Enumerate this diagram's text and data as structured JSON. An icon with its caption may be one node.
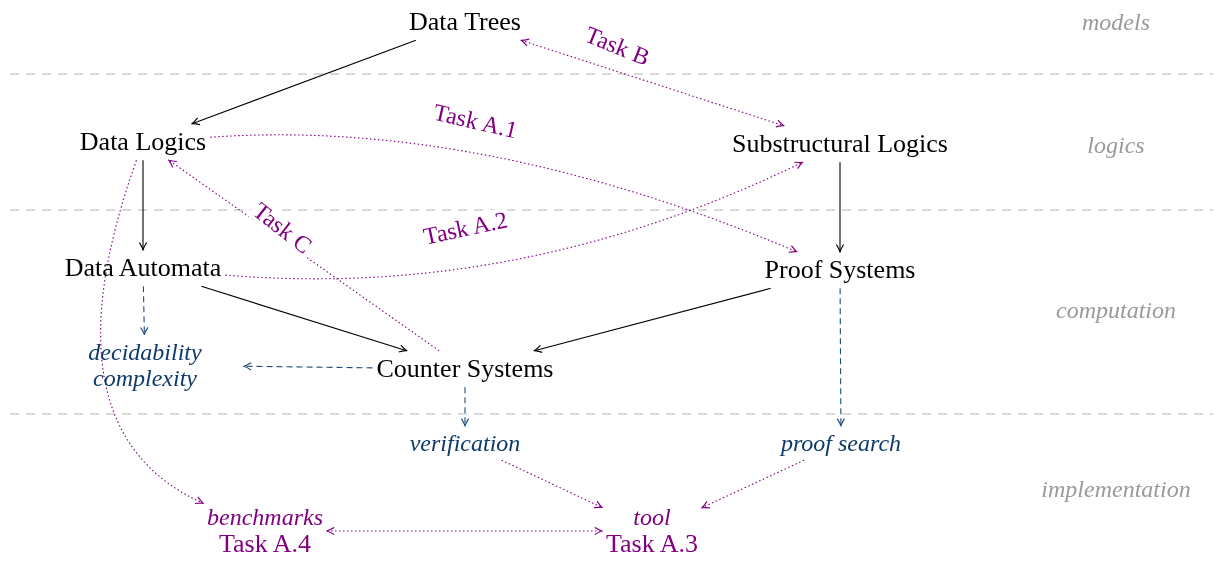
{
  "diagram": {
    "nodes": [
      {
        "text": [
          "Data Trees"
        ]
      },
      {
        "text": [
          "Data Logics"
        ]
      },
      {
        "text": [
          "Substructural Logics"
        ]
      },
      {
        "text": [
          "Data Automata"
        ]
      },
      {
        "text": [
          "Proof Systems"
        ]
      },
      {
        "text": [
          "decidability complexity"
        ]
      },
      {
        "text": [
          "Counter Systems"
        ]
      },
      {
        "text": [
          "verification"
        ]
      },
      {
        "text": [
          "proof search"
        ]
      },
      {
        "text": [
          "benchmarks",
          "Task A.4"
        ]
      },
      {
        "text": [
          "tool",
          "Task A.3"
        ]
      }
    ],
    "edges": [
      {
        "from": 0,
        "to": 1,
        "arrow": "to",
        "color": "#000000"
      },
      {
        "from": 0,
        "to": 2,
        "arrow": "both",
        "label": "Task B",
        "style": "dashed",
        "color": "#800080"
      },
      {
        "from": 1,
        "to": 4,
        "arrow": "to",
        "label": "Task A.1",
        "style": "dashed",
        "color": "#800080"
      },
      {
        "from": 3,
        "to": 2,
        "arrow": "to",
        "label": "Task A.2",
        "style": "dashed",
        "color": "#800080"
      },
      {
        "from": 6,
        "to": 1,
        "arrow": "to",
        "label": "Task C",
        "style": "dashed",
        "color": "#800080"
      },
      {
        "from": 1,
        "to": 3,
        "arrow": "to",
        "color": "#000000"
      },
      {
        "from": 2,
        "to": 4,
        "arrow": "to",
        "color": "#000000"
      },
      {
        "from": 3,
        "to": 6,
        "arrow": "to",
        "color": "#000000"
      },
      {
        "from": 4,
        "to": 6,
        "arrow": "to",
        "color": "#000000"
      },
      {
        "from": 3,
        "to": 5,
        "arrow": "to",
        "style": "dashed",
        "color": "#1f4e79"
      },
      {
        "from": 6,
        "to": 5,
        "arrow": "to",
        "style": "dashed",
        "color": "#1f4e79"
      },
      {
        "from": 6,
        "to": 7,
        "arrow": "to",
        "style": "dashed",
        "color": "#1f4e79"
      },
      {
        "from": 4,
        "to": 8,
        "arrow": "to",
        "style": "dashed",
        "color": "#1f4e79"
      },
      {
        "from": 1,
        "to": 9,
        "arrow": "to",
        "style": "dashed",
        "color": "#800080"
      },
      {
        "from": 7,
        "to": 10,
        "arrow": "to",
        "style": "dashed",
        "color": "#800080"
      },
      {
        "from": 8,
        "to": 10,
        "arrow": "to",
        "style": "dashed",
        "color": "#800080"
      },
      {
        "from": 9,
        "to": 10,
        "arrow": "both",
        "style": "dashed",
        "color": "#800080"
      }
    ],
    "labels": [
      "models",
      "logics",
      "computation",
      "implementation"
    ]
  }
}
